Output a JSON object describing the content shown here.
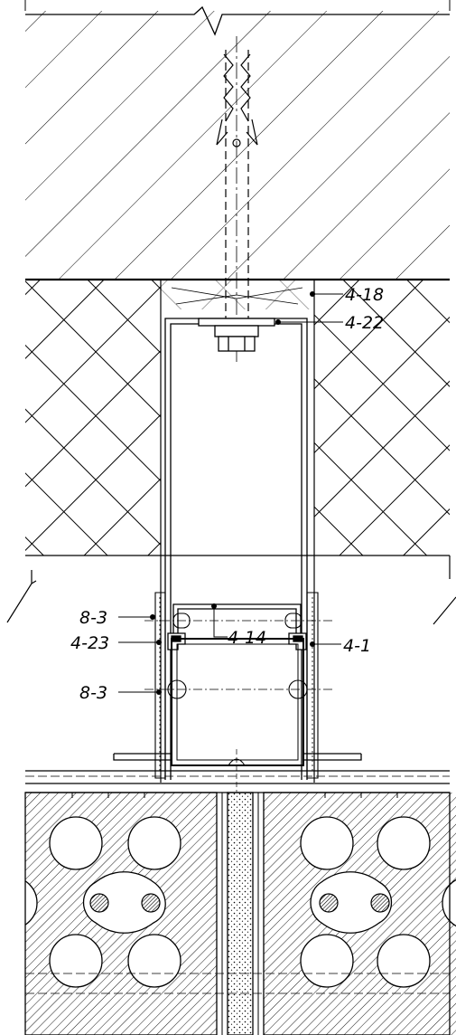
{
  "colors": {
    "line": "#000000",
    "background": "#ffffff",
    "concrete_fill": "#d9d9d9"
  },
  "labels": {
    "dowel": "4-18",
    "washer": "4-22",
    "rail": "4-14",
    "bolt_upper": "8-3",
    "clip": "4-23",
    "bracket": "4-1",
    "bolt_lower": "8-3"
  }
}
